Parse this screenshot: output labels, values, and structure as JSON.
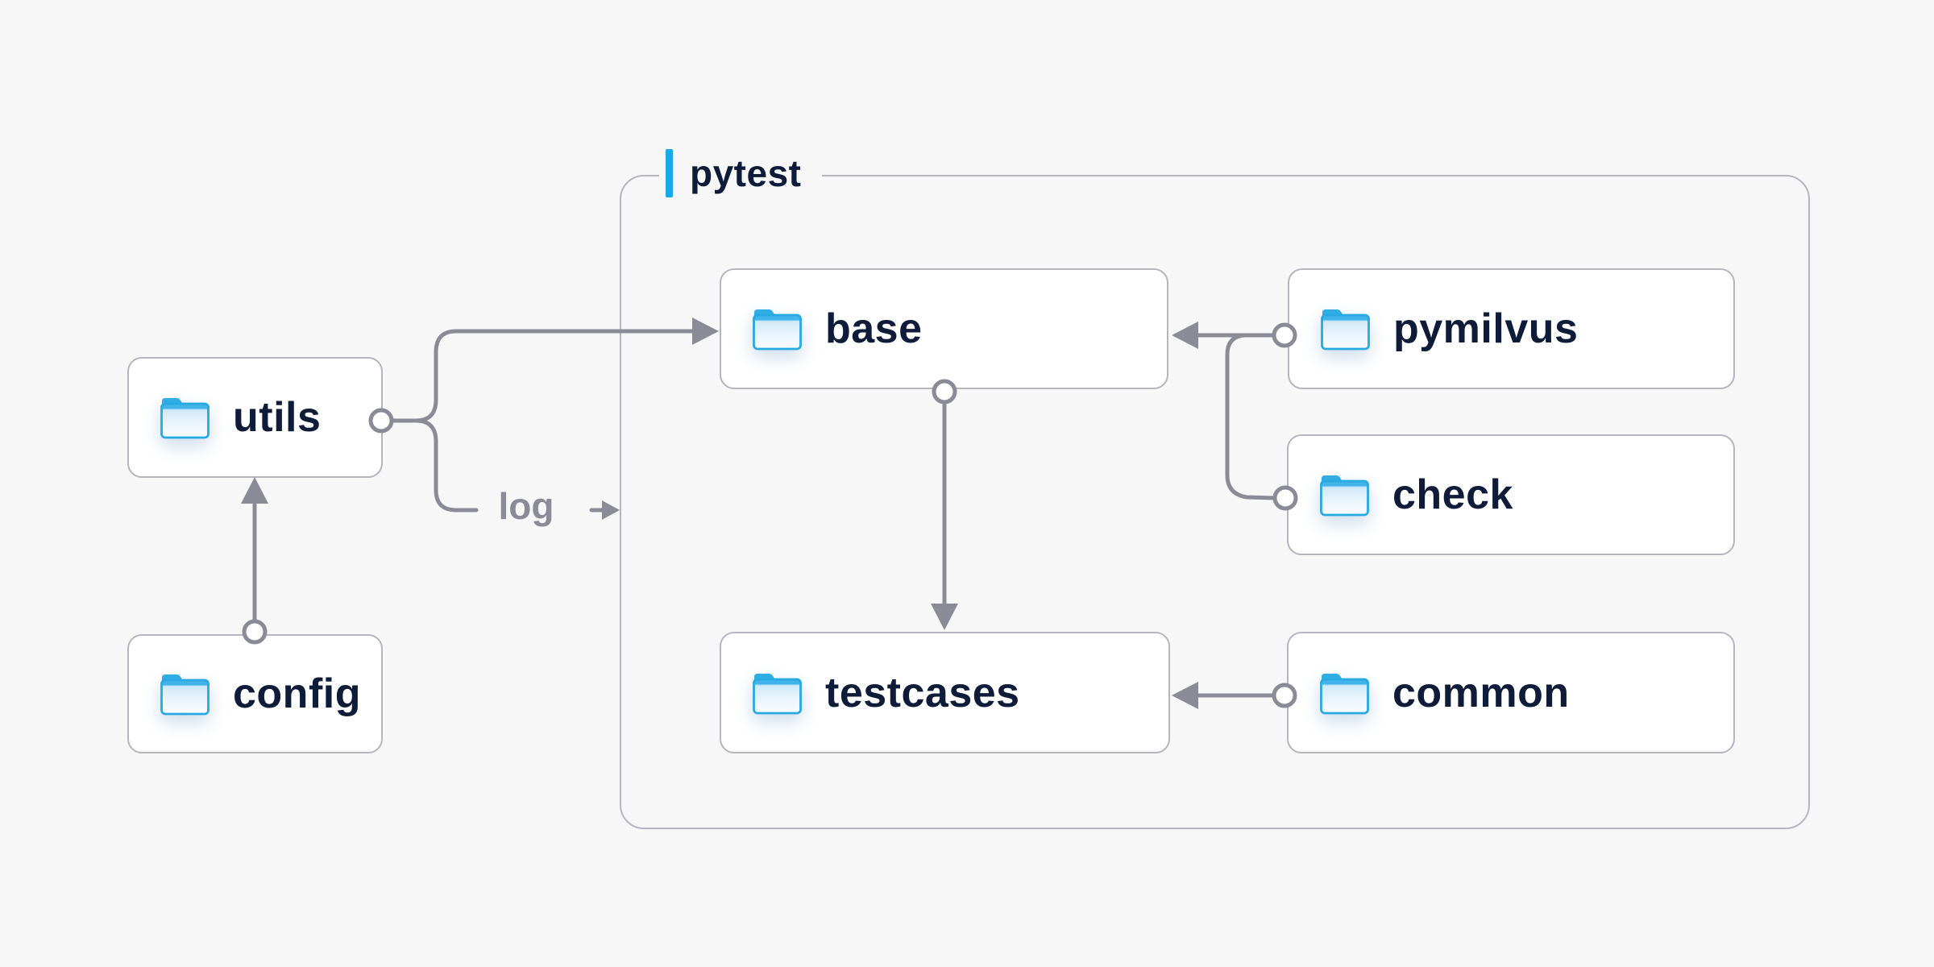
{
  "group": {
    "label": "pytest"
  },
  "nodes": {
    "utils": {
      "label": "utils"
    },
    "config": {
      "label": "config"
    },
    "base": {
      "label": "base"
    },
    "pymilvus": {
      "label": "pymilvus"
    },
    "check": {
      "label": "check"
    },
    "testcases": {
      "label": "testcases"
    },
    "common": {
      "label": "common"
    }
  },
  "edges": {
    "log_label": "log",
    "list": [
      {
        "from": "config",
        "to": "utils"
      },
      {
        "from": "utils",
        "to": "base"
      },
      {
        "from": "utils",
        "to": "log",
        "label": "log"
      },
      {
        "from": "pymilvus",
        "to": "base"
      },
      {
        "from": "check",
        "to": "base"
      },
      {
        "from": "base",
        "to": "testcases"
      },
      {
        "from": "common",
        "to": "testcases"
      }
    ]
  },
  "icons": {
    "node_icon": "folder-icon",
    "group_accent": "accent-bar"
  },
  "colors": {
    "background": "#f7f7f8",
    "node_fill": "#ffffff",
    "node_border": "#b5b5c1",
    "connector": "#8b8b97",
    "text": "#0e1c3a",
    "muted_text": "#8b8b97",
    "accent_blue": "#18aae8",
    "folder_stroke": "#29a9e1"
  }
}
